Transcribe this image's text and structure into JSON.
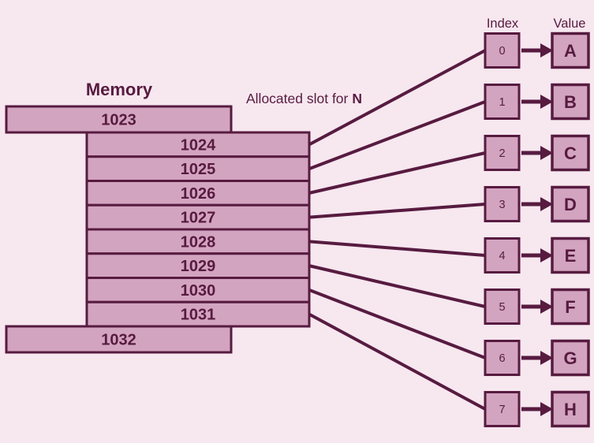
{
  "labels": {
    "memory_title": "Memory",
    "allocated_slot_prefix": "Allocated slot for",
    "allocated_slot_var": "N",
    "index_header": "Index",
    "value_header": "Value"
  },
  "memory": {
    "cells_before": [
      "1023"
    ],
    "allocated_cells": [
      "1024",
      "1025",
      "1026",
      "1027",
      "1028",
      "1029",
      "1030",
      "1031"
    ],
    "cells_after": [
      "1032"
    ]
  },
  "array": {
    "indices": [
      "0",
      "1",
      "2",
      "3",
      "4",
      "5",
      "6",
      "7"
    ],
    "values": [
      "A",
      "B",
      "C",
      "D",
      "E",
      "F",
      "G",
      "H"
    ]
  },
  "colors": {
    "background": "#f7e7ef",
    "box_fill": "#d3a4c0",
    "stroke_and_text": "#571b40"
  }
}
